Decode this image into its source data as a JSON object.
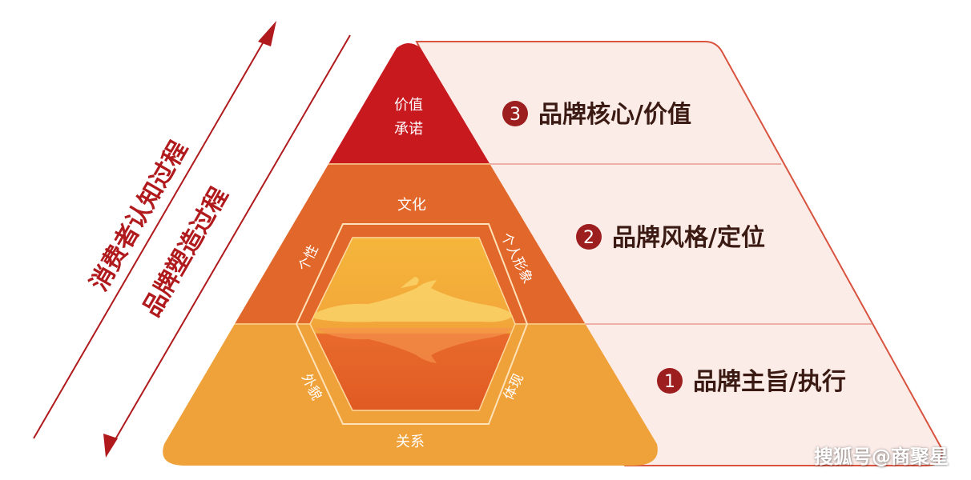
{
  "arrows": {
    "consumer_label": "消费者认知过程",
    "brand_label": "品牌塑造过程"
  },
  "pyramid": {
    "top_text_line1": "价值",
    "top_text_line2": "承诺",
    "hex_labels": {
      "top": "文化",
      "upper_left": "个性",
      "upper_right": "个人形象",
      "lower_left": "外貌",
      "lower_right": "体现",
      "bottom": "关系"
    }
  },
  "levels": [
    {
      "number": "3",
      "label": "品牌核心/价值"
    },
    {
      "number": "2",
      "label": "品牌风格/定位"
    },
    {
      "number": "1",
      "label": "品牌主旨/执行"
    }
  ],
  "watermark": "搜狐号@商聚星",
  "colors": {
    "top_red": "#c8191f",
    "mid_orange": "#e2672a",
    "bottom_orange": "#f0a23a",
    "band_pink": "#fbece8",
    "band_border": "#d9533f",
    "arrow_red": "#b01a1d",
    "number_circle": "#9c1e1e",
    "text_dark": "#3a1a12"
  }
}
